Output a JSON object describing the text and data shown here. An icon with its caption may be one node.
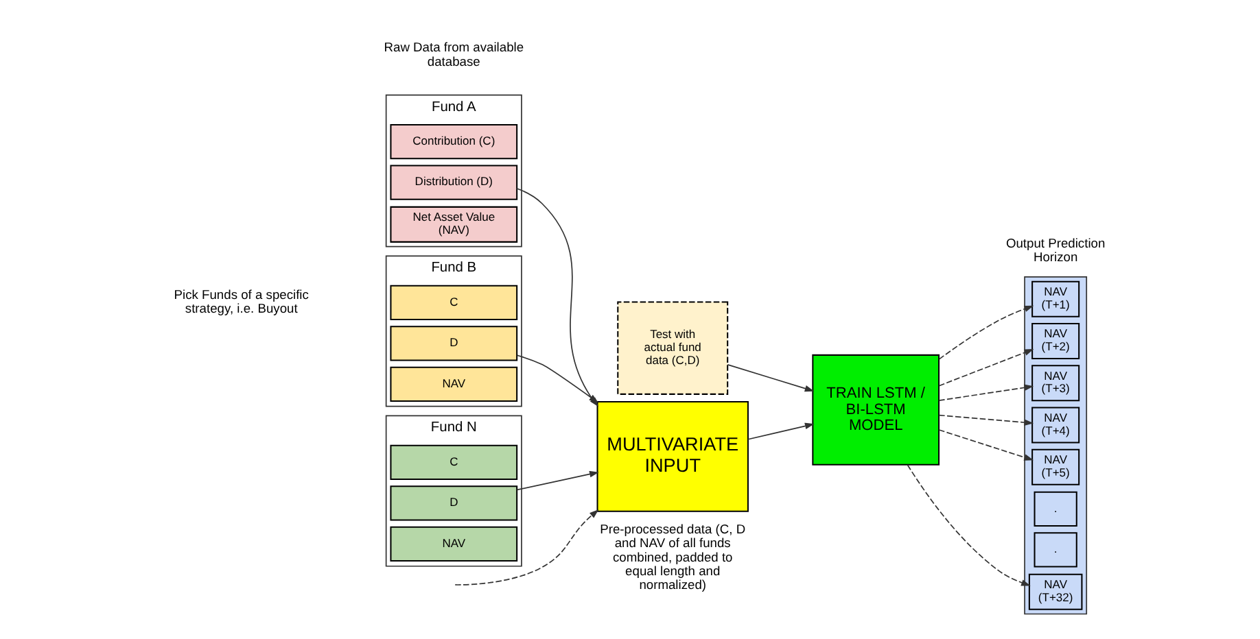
{
  "diagram": {
    "nodes": [
      {
        "text": [
          "Fund A"
        ]
      },
      {
        "text": [
          "Contribution (C)"
        ],
        "in": 0
      },
      {
        "text": [
          "Distribution (D)"
        ],
        "in": 0
      },
      {
        "text": [
          "Net Asset Value (NAV)"
        ],
        "in": 0
      },
      {
        "text": [
          "Fund B"
        ]
      },
      {
        "text": [
          "C"
        ],
        "in": 4
      },
      {
        "text": [
          "D"
        ],
        "in": 4
      },
      {
        "text": [
          "NAV"
        ],
        "in": 4
      },
      {
        "text": [
          "Fund N"
        ]
      },
      {
        "text": [
          "C"
        ],
        "in": 8
      },
      {
        "text": [
          "D"
        ],
        "in": 8
      },
      {
        "text": [
          "NAV"
        ],
        "in": 8
      },
      {
        "text": [
          "MULTIVARIATE INPUT"
        ],
        "beside": [
          "Pre-processed data (C, D and NAV of all funds combined, padded to equal length and normalized)"
        ]
      },
      {
        "text": [
          "TRAIN LSTM / BI-LSTM MODEL"
        ]
      },
      {
        "text": [
          "Test with actual fund data (C,D)"
        ]
      },
      {
        "text": [],
        "shape": "bar",
        "beside": [
          "Output Prediction Horizon"
        ]
      },
      {
        "text": [
          "NAV (T+1)"
        ],
        "in": 15
      },
      {
        "text": [
          "NAV (T+2)"
        ],
        "in": 15
      },
      {
        "text": [
          "NAV (T+3)"
        ],
        "in": 15
      },
      {
        "text": [
          "NAV (T+4)"
        ],
        "in": 15
      },
      {
        "text": [
          "NAV (T+5)"
        ],
        "in": 15
      },
      {
        "text": [
          "."
        ],
        "in": 15
      },
      {
        "text": [
          "."
        ],
        "in": 15
      },
      {
        "text": [
          "NAV (T+32)"
        ],
        "in": 15
      }
    ],
    "edges": [
      {
        "from": 2,
        "to": 12,
        "arrow": "to"
      },
      {
        "from": 6,
        "to": 12,
        "arrow": "to"
      },
      {
        "from": null,
        "to": 12,
        "arrow": "to",
        "style": "dashed"
      },
      {
        "from": 10,
        "to": 12,
        "arrow": "to"
      },
      {
        "from": 12,
        "to": 13,
        "arrow": "to"
      },
      {
        "from": 14,
        "to": 13,
        "arrow": "to"
      },
      {
        "from": 13,
        "to": 16,
        "arrow": "to",
        "style": "dashed"
      },
      {
        "from": 13,
        "to": 17,
        "arrow": "to",
        "style": "dashed"
      },
      {
        "from": 13,
        "to": 18,
        "arrow": "to",
        "style": "dashed"
      },
      {
        "from": 13,
        "to": 19,
        "arrow": "to",
        "style": "dashed"
      },
      {
        "from": 13,
        "to": 20,
        "arrow": "to",
        "style": "dashed"
      },
      {
        "from": 13,
        "to": 23,
        "arrow": "to",
        "style": "dashed"
      }
    ],
    "labels": [
      "Pick Funds of a specific strategy, i.e. Buyout",
      "Raw Data from available database"
    ]
  }
}
